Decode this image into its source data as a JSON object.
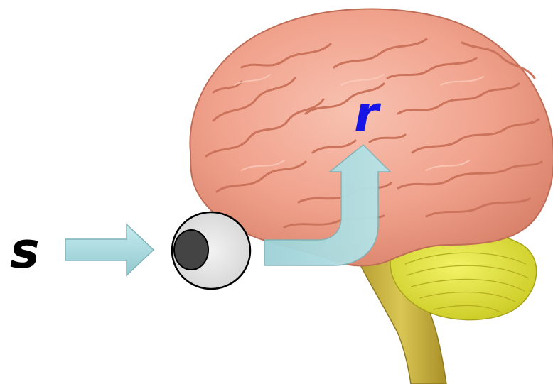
{
  "labels": {
    "stimulus": "s",
    "response": "r"
  },
  "colors": {
    "stimulus_label": "#000000",
    "response_label": "#1515e6",
    "arrow_fill": "#a9dbe0",
    "eye_fill": "#e6e6e6",
    "pupil_fill": "#444444",
    "cerebrum": "#f2a48f",
    "cerebellum": "#dede2c",
    "brainstem": "#c9b640"
  },
  "icons": {
    "input_arrow": "right-arrow-icon",
    "eye": "eye-icon",
    "output_arrow": "bent-up-arrow-icon",
    "brain": "brain-illustration"
  }
}
